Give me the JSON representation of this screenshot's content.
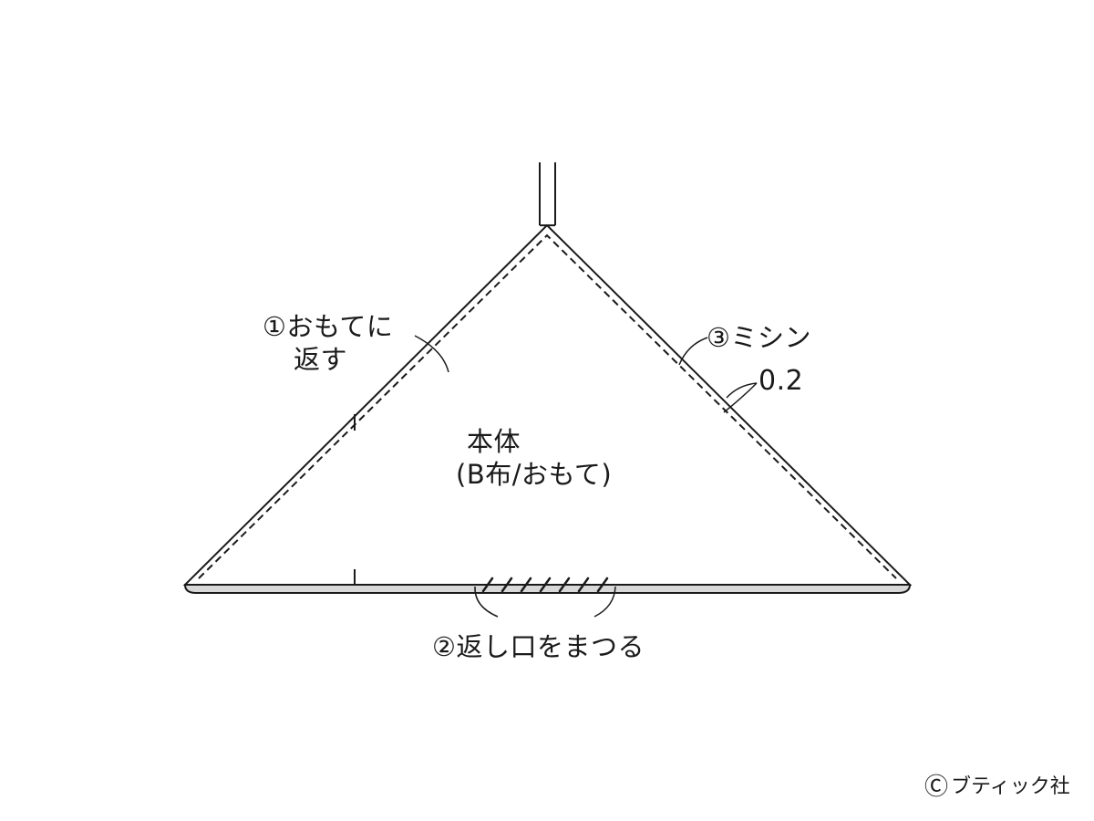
{
  "colors": {
    "line": "#1a1a1a",
    "hem_fill": "#d8d8d8",
    "background": "#ffffff"
  },
  "labels": {
    "turn_line1": "①おもてに",
    "turn_line2": "返す",
    "close_opening": "②返し口をまつる",
    "stitch": "③ミシン",
    "margin": "0.2",
    "body_line1": "本体",
    "body_line2": "(B布/おもて)"
  },
  "credit": {
    "mark": "Ⓒ",
    "text": "ブティック社"
  }
}
